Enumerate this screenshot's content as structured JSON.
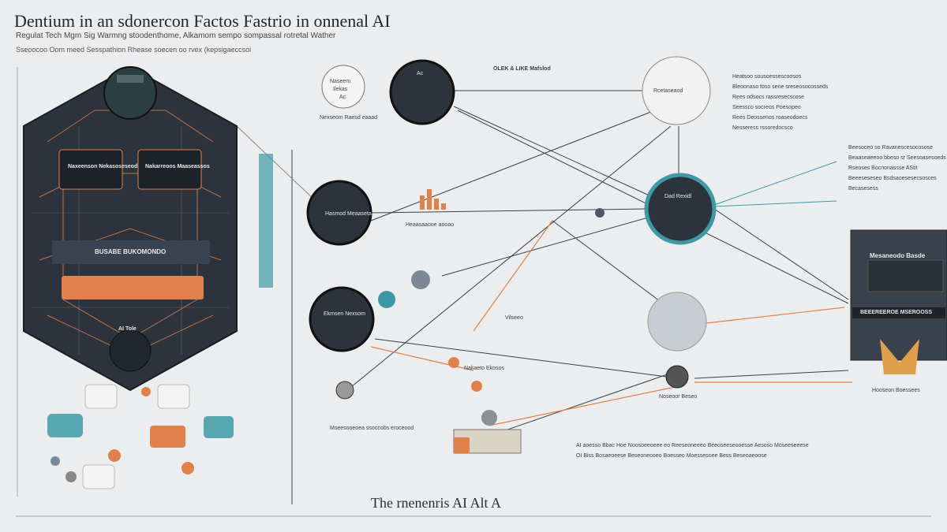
{
  "header": {
    "title": "Dentium in an sdonercon Factos Fastrio in onnenal AI",
    "subtitle": "Regulat Tech Mgm Sig Warmng stoodenthome, Alkamom sempo sompassal rotretal Wather",
    "subtitle2": "Sseoocoo Oom meed Sesspathion Rhease soecen oo rvex (kepsigaeccsoi"
  },
  "hexagon": {
    "box_left": "Naxeenson Nekasoseseod",
    "box_right": "Nakarreoos Maaseassos",
    "band_label": "BUSABE BUKOMONDO",
    "bottom_tag": "AI Tole"
  },
  "nodes": {
    "top_small": [
      "Naseem",
      "Ilekas",
      "Ac"
    ],
    "top_small_caption": "Nexseom Raesd eaaad",
    "top_dark_label": "Ac",
    "top_dark_caption": "OLEK & LIKE Mafslod",
    "mid_left_label": "Hasmod Meaaseta",
    "mid_left_caption": "Heaasaaooe aooao",
    "teal_label": "Dad Rexidl",
    "low_left_label": "Ekmsen Nexsom",
    "right_top_label": "Rcetaseaod"
  },
  "right_list": [
    "Heatsoo sousoessescoosos",
    "Bleoonaso toso sene sreseosocosseds",
    "Rees odsocs rassresecscose",
    "Seessco socreos Poesopeo",
    "Rees Deossenos roaseodoecs",
    "Nesseress rssoredocsco"
  ],
  "right_list2": [
    "Beesoceo so Ravanescesocosose",
    "Beaaseaeeoo bbeso sr Seesoasesoeds",
    "Rseoses Bocnonassse AStit",
    "Beeeseseseo Bsdsaoesesecsosces",
    "Becasesess"
  ],
  "right_panel": {
    "label": "Mesaneodo Basde",
    "band": "BEEEREEROE MSEROOSS",
    "caption": "Hooseon Boessees"
  },
  "bottom_labels": {
    "caption_a": "Vilseeo",
    "caption_b": "Nakaeto Ekosos",
    "caption_c": "Noseoor Beseo",
    "caption_d": "Mseesooeoea ssoccobs eroceood",
    "bottom_text_1": "AI aoesso Bbac Hoe Noosoeeoeee eo Reeseoneeeo Beeoseeseooesse Aesoso Moseeseeese",
    "bottom_text_2": "OI Biss Bosaeoeese Beseoneooeo Boesseo Moessesoee Bess Beseoaeoose"
  },
  "footer": {
    "text": "The rnenenris AI Alt A"
  },
  "colors": {
    "dark": "#2c333d",
    "orange": "#e0814a",
    "teal": "#3d9aa5",
    "line": "#3a3f46"
  }
}
